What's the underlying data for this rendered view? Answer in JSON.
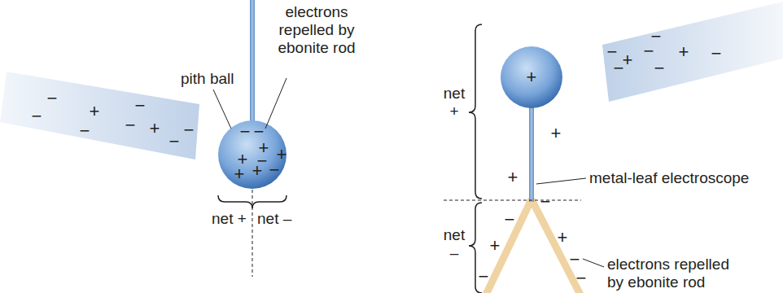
{
  "diagram": {
    "labels": [
      "−",
      "−",
      "+",
      "−",
      "−",
      "−",
      "+",
      "−",
      "−",
      "−",
      "−",
      "+",
      "+",
      "+",
      "+",
      "−",
      "+",
      "−",
      "pith ball",
      "electrons repelled by ebonite rod",
      "net +",
      "net –",
      "net +",
      "net –",
      "+",
      "−",
      "+",
      "−",
      "−",
      "+",
      "−",
      "−",
      "−",
      "metal-leaf electroscope",
      "+",
      "+",
      "−",
      "−",
      "+",
      "+",
      "−",
      "−",
      "−",
      "electrons repelled by ebonite rod"
    ]
  }
}
